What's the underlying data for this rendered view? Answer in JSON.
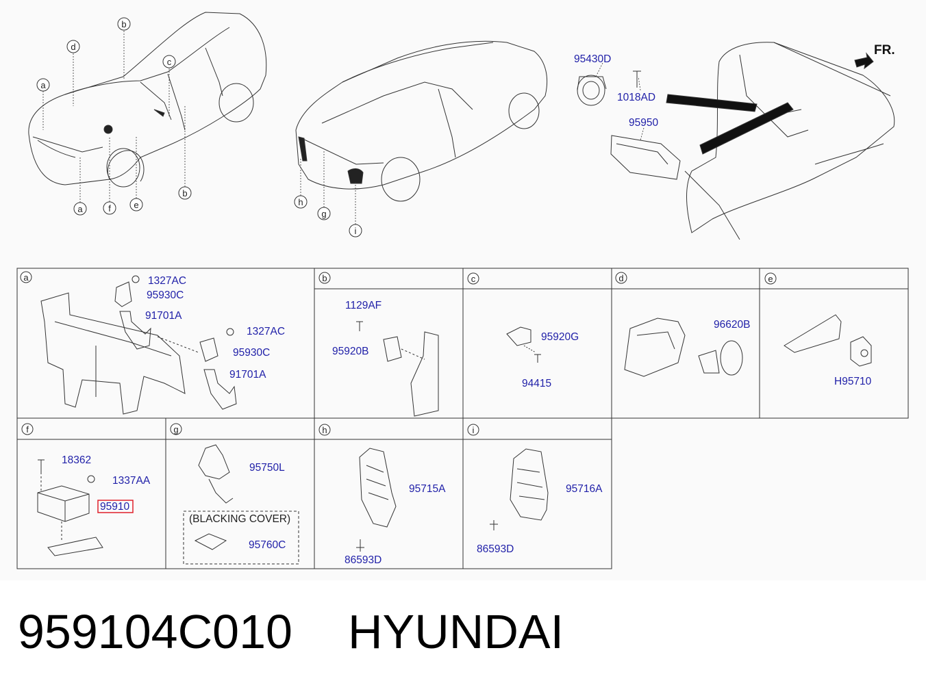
{
  "header": {
    "front_arrow_label": "FR."
  },
  "overview_callouts": {
    "car1": [
      "a",
      "b",
      "c",
      "d",
      "a",
      "f",
      "e",
      "b"
    ],
    "car2": [
      "h",
      "g",
      "i"
    ]
  },
  "cockpit_parts": [
    "95430D",
    "1018AD",
    "95950"
  ],
  "panels": {
    "a": {
      "letter": "a",
      "parts": [
        "1327AC",
        "95930C",
        "91701A",
        "1327AC",
        "95930C",
        "91701A"
      ]
    },
    "b": {
      "letter": "b",
      "parts": [
        "1129AF",
        "95920B"
      ]
    },
    "c": {
      "letter": "c",
      "parts": [
        "95920G",
        "94415"
      ]
    },
    "d": {
      "letter": "d",
      "parts": [
        "96620B"
      ]
    },
    "e": {
      "letter": "e",
      "parts": [
        "H95710"
      ]
    },
    "f": {
      "letter": "f",
      "parts": [
        "18362",
        "1337AA",
        "95910"
      ]
    },
    "g": {
      "letter": "g",
      "parts": [
        "95750L",
        "95760C"
      ],
      "cover_label": "(BLACKING COVER)"
    },
    "h": {
      "letter": "h",
      "parts": [
        "95715A",
        "86593D"
      ]
    },
    "i": {
      "letter": "i",
      "parts": [
        "95716A",
        "86593D"
      ]
    }
  },
  "highlight_color": "#e0202a",
  "part_label_color": "#1f1fa8",
  "footer": {
    "part_number": "959104C010",
    "brand": "HYUNDAI"
  }
}
